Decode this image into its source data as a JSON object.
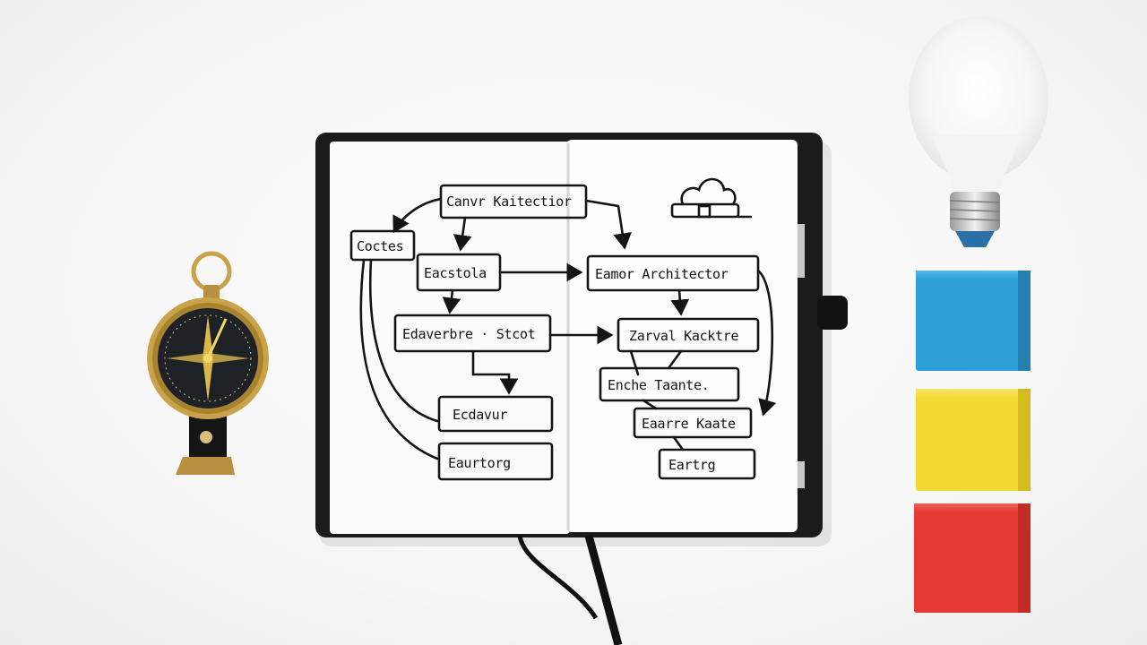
{
  "scene": {
    "description_free": true,
    "background_color": "#f4f4f4"
  },
  "notebook": {
    "cover_color": "#1b1b1b",
    "page_color": "#fbfbfb",
    "left_page": {
      "boxes": [
        {
          "id": "top",
          "label": "Canvr Kaitectior"
        },
        {
          "id": "left",
          "label": "Coctes"
        },
        {
          "id": "mid1",
          "label": "Eacstola"
        },
        {
          "id": "mid2",
          "label": "Edaverbre · Stcot"
        },
        {
          "id": "low1",
          "label": "Ecdavur"
        },
        {
          "id": "low2",
          "label": "Eaurtorg"
        }
      ]
    },
    "right_page": {
      "boxes": [
        {
          "id": "r1",
          "label": "Eamor Architector"
        },
        {
          "id": "r2",
          "label": "Zarval Kacktre"
        },
        {
          "id": "r3",
          "label": "Enche Taante."
        },
        {
          "id": "r4",
          "label": "Eaarre Kaate"
        },
        {
          "id": "r5",
          "label": "Eartrg"
        }
      ],
      "doodle_icon": "cloud-icon"
    }
  },
  "objects": {
    "compass": {
      "icon": "compass-icon",
      "case_color": "#c9a24a",
      "face_color": "#1e2226"
    },
    "light_bulb": {
      "icon": "light-bulb-icon"
    },
    "blocks": [
      {
        "name": "blue-block",
        "color": "#2e9fd8"
      },
      {
        "name": "yellow-block",
        "color": "#f2d832"
      },
      {
        "name": "red-block",
        "color": "#e53a33"
      }
    ]
  }
}
